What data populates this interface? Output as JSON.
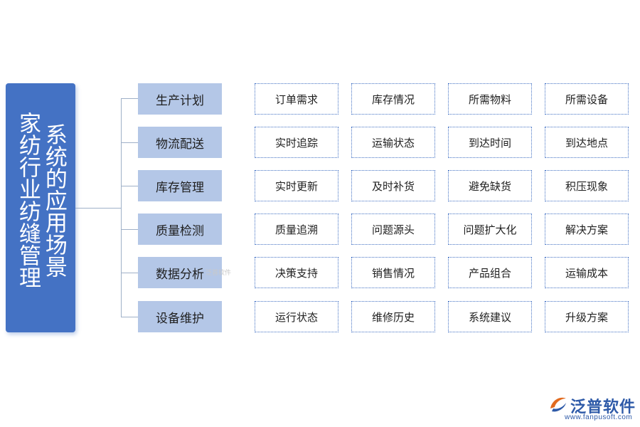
{
  "title_right": "系统的应用场景",
  "title_left": "家纺行业纺缝管理",
  "categories": [
    {
      "label": "生产计划",
      "items": [
        "订单需求",
        "库存情况",
        "所需物料",
        "所需设备"
      ]
    },
    {
      "label": "物流配送",
      "items": [
        "实时追踪",
        "运输状态",
        "到达时间",
        "到达地点"
      ]
    },
    {
      "label": "库存管理",
      "items": [
        "实时更新",
        "及时补货",
        "避免缺货",
        "积压现象"
      ]
    },
    {
      "label": "质量检测",
      "items": [
        "质量追溯",
        "问题源头",
        "问题扩大化",
        "解决方案"
      ]
    },
    {
      "label": "数据分析",
      "items": [
        "决策支持",
        "销售情况",
        "产品组合",
        "运输成本"
      ]
    },
    {
      "label": "设备维护",
      "items": [
        "运行状态",
        "维修历史",
        "系统建议",
        "升级方案"
      ]
    }
  ],
  "watermark": "泛普软件",
  "logo": {
    "name": "泛普软件",
    "url": "www.fanpusoft.com"
  },
  "colors": {
    "main": "#4472c4",
    "category": "#b4c7e7",
    "border": "#4472c4",
    "logo": "#2e5aa8"
  }
}
